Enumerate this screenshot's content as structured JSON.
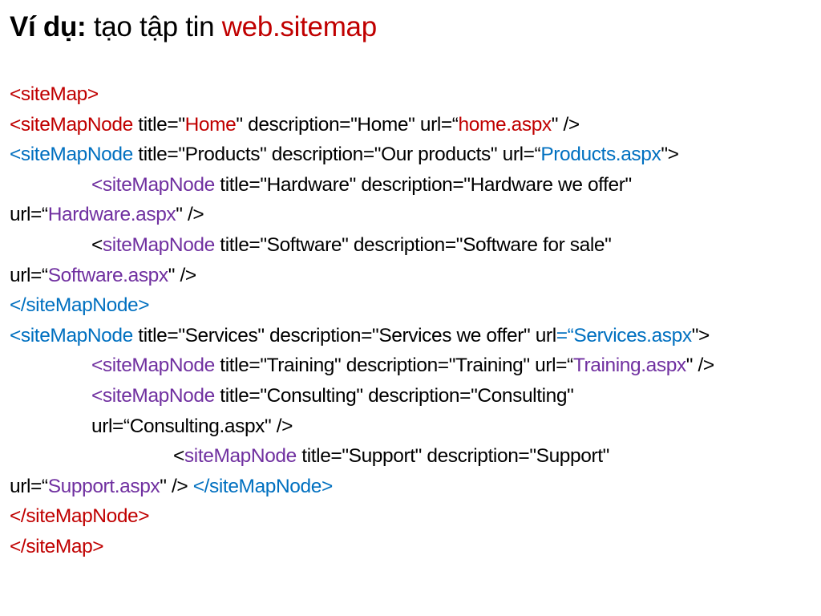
{
  "colors": {
    "black": "#000000",
    "red": "#c00000",
    "blue": "#0070c0",
    "purple": "#7030a0"
  },
  "title": {
    "bold": "Ví dụ:",
    "text": " tạo tập tin ",
    "highlight": "web.sitemap"
  },
  "code_lines": [
    {
      "indent": 0,
      "segments": [
        {
          "text": "<siteMap>",
          "color": "red"
        }
      ]
    },
    {
      "indent": 0,
      "segments": [
        {
          "text": "<siteMapNode",
          "color": "red"
        },
        {
          "text": " title=\"",
          "color": "black"
        },
        {
          "text": "Home",
          "color": "red"
        },
        {
          "text": "\" description=\"Home\" url=“",
          "color": "black"
        },
        {
          "text": "home.aspx",
          "color": "red"
        },
        {
          "text": "\" />",
          "color": "black"
        }
      ]
    },
    {
      "indent": 0,
      "segments": [
        {
          "text": "<siteMapNode",
          "color": "blue"
        },
        {
          "text": " title=\"Products\" description=\"Our products\" url=“",
          "color": "black"
        },
        {
          "text": "Products.aspx",
          "color": "blue"
        },
        {
          "text": "\">",
          "color": "black"
        }
      ]
    },
    {
      "indent": 1,
      "segments": [
        {
          "text": "<siteMapNode",
          "color": "purple"
        },
        {
          "text": " title=\"Hardware\" description=\"Hardware we offer\"",
          "color": "black"
        }
      ]
    },
    {
      "indent": 0,
      "segments": [
        {
          "text": "url=“",
          "color": "black"
        },
        {
          "text": "Hardware.aspx",
          "color": "purple"
        },
        {
          "text": "\" />",
          "color": "black"
        }
      ]
    },
    {
      "indent": 1,
      "segments": [
        {
          "text": "<",
          "color": "black"
        },
        {
          "text": "siteMapNode",
          "color": "purple"
        },
        {
          "text": " title=\"Software\" description=\"Software for sale\"",
          "color": "black"
        }
      ]
    },
    {
      "indent": 0,
      "segments": [
        {
          "text": "url=“",
          "color": "black"
        },
        {
          "text": "Software.aspx",
          "color": "purple"
        },
        {
          "text": "\" />",
          "color": "black"
        }
      ]
    },
    {
      "indent": 0,
      "segments": [
        {
          "text": "</siteMapNode>",
          "color": "blue"
        }
      ]
    },
    {
      "indent": 0,
      "segments": [
        {
          "text": "<siteMapNode",
          "color": "blue"
        },
        {
          "text": " title=\"Services\" description=\"Services we offer\" url",
          "color": "black"
        },
        {
          "text": "=“Services.aspx",
          "color": "blue"
        },
        {
          "text": "\">",
          "color": "black"
        }
      ]
    },
    {
      "indent": 1,
      "segments": [
        {
          "text": "<siteMapNode",
          "color": "purple"
        },
        {
          "text": " title=\"Training\" description=\"Training\" url=“",
          "color": "black"
        },
        {
          "text": "Training.aspx",
          "color": "purple"
        },
        {
          "text": "\" />",
          "color": "black"
        }
      ]
    },
    {
      "indent": 1,
      "segments": [
        {
          "text": "<siteMapNode",
          "color": "purple"
        },
        {
          "text": " title=\"Consulting\" description=\"Consulting\"",
          "color": "black"
        }
      ]
    },
    {
      "indent": 1,
      "segments": [
        {
          "text": "url=“Consulting.aspx\" />",
          "color": "black"
        }
      ]
    },
    {
      "indent": 2,
      "segments": [
        {
          "text": "<",
          "color": "black"
        },
        {
          "text": "siteMapNode",
          "color": "purple"
        },
        {
          "text": " title=\"Support\" description=\"Support\"",
          "color": "black"
        }
      ]
    },
    {
      "indent": 0,
      "segments": [
        {
          "text": "url=“",
          "color": "black"
        },
        {
          "text": "Support.aspx",
          "color": "purple"
        },
        {
          "text": "\" /> ",
          "color": "black"
        },
        {
          "text": "</siteMapNode>",
          "color": "blue"
        }
      ]
    },
    {
      "indent": 0,
      "segments": [
        {
          "text": "</siteMapNode>",
          "color": "red"
        }
      ]
    },
    {
      "indent": 0,
      "segments": [
        {
          "text": "</siteMap>",
          "color": "red"
        }
      ]
    }
  ]
}
